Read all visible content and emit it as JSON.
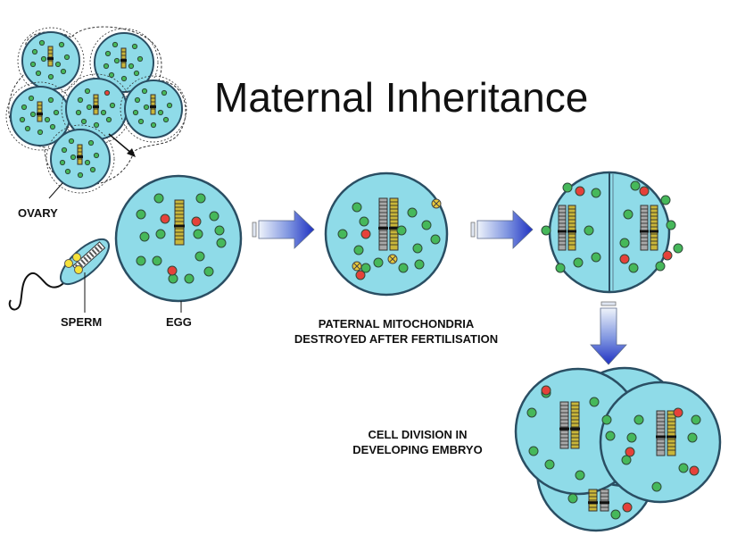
{
  "title": "Maternal Inheritance",
  "labels": {
    "ovary": "OVARY",
    "sperm": "SPERM",
    "egg": "EGG",
    "paternal_line1": "PATERNAL MITOCHONDRIA",
    "paternal_line2": "DESTROYED AFTER FERTILISATION",
    "division_line1": "CELL DIVISION IN",
    "division_line2": "DEVELOPING EMBRYO"
  },
  "colors": {
    "cell_fill": "#8fdbe8",
    "cell_stroke": "#2a4e63",
    "maternal_mito": "#46b85a",
    "paternal_mito": "#e5413a",
    "sperm_mito": "#f5e23a",
    "chromosome_maternal": "#c9b63a",
    "chromosome_paternal": "#a8a8a8",
    "arrow_start": "#e6eef8",
    "arrow_end": "#2a3cc6"
  }
}
